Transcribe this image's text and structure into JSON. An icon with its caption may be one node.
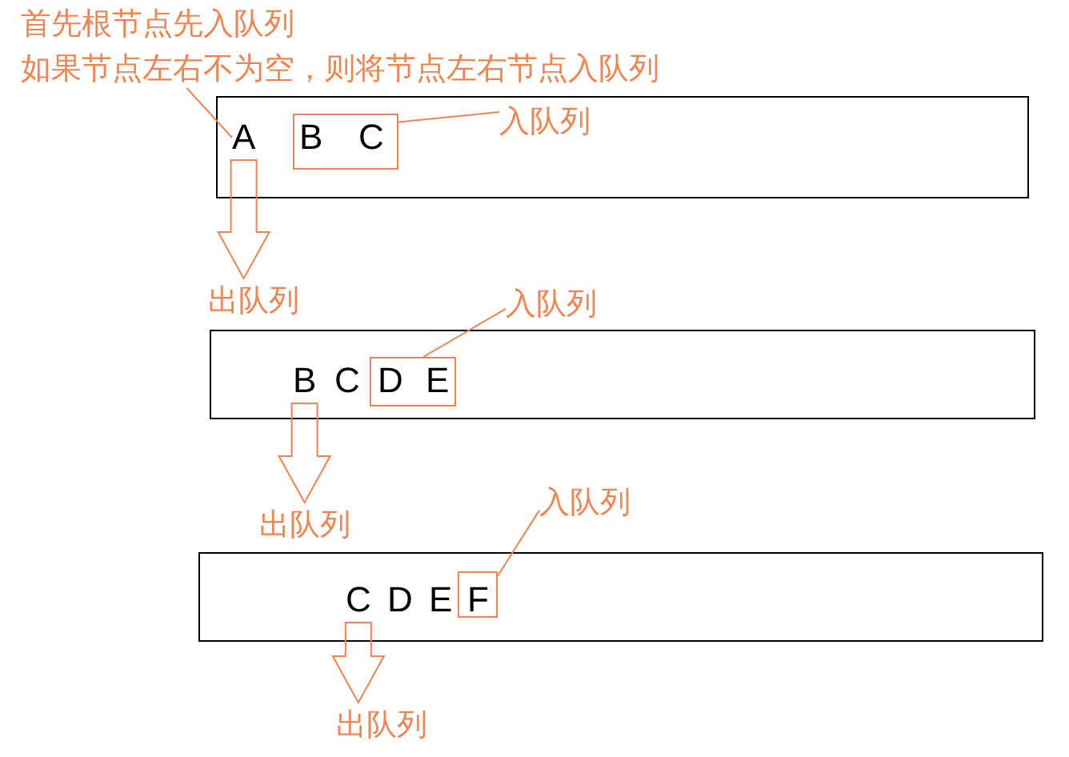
{
  "diagram": {
    "nodes": [
      {
        "text": [
          "如果节点左右不为空，则将节点左右节点入队列"
        ]
      },
      {
        "text": [],
        "shape": "box"
      },
      {
        "text": [
          "A"
        ],
        "in": 1
      },
      {
        "text": [],
        "shape": "box",
        "in": 1
      },
      {
        "text": [
          "B"
        ],
        "in": 3
      },
      {
        "text": [
          "C"
        ],
        "in": 3
      },
      {
        "text": [
          "入队列"
        ],
        "in": 1
      },
      {
        "text": [
          "出队列"
        ]
      },
      {
        "text": [
          "入队列"
        ]
      },
      {
        "text": [],
        "shape": "box"
      },
      {
        "text": [
          "B"
        ],
        "in": 9
      },
      {
        "text": [
          "C"
        ],
        "in": 9
      },
      {
        "text": [],
        "shape": "box",
        "in": 9
      },
      {
        "text": [
          "D"
        ],
        "in": 12
      },
      {
        "text": [
          "E"
        ],
        "in": 12
      },
      {
        "text": [
          "出队列"
        ]
      },
      {
        "text": [
          "入队列"
        ]
      },
      {
        "text": [],
        "shape": "box"
      },
      {
        "text": [
          "C"
        ],
        "in": 17
      },
      {
        "text": [
          "D"
        ],
        "in": 17
      },
      {
        "text": [
          "E"
        ],
        "in": 17
      },
      {
        "text": [],
        "shape": "box",
        "in": 17
      },
      {
        "text": [
          "F"
        ],
        "in": 21
      },
      {
        "text": [
          "出队列"
        ]
      }
    ],
    "edges": [
      {
        "from": 0,
        "to": 2,
        "arrow": "none"
      },
      {
        "from": 6,
        "to": 3,
        "arrow": "none"
      },
      {
        "from": 2,
        "to": 7,
        "arrow": "to",
        "style": "thick"
      },
      {
        "from": 8,
        "to": 12,
        "arrow": "none"
      },
      {
        "from": 10,
        "to": 15,
        "arrow": "to",
        "style": "thick"
      },
      {
        "from": 16,
        "to": 21,
        "arrow": "none"
      },
      {
        "from": 18,
        "to": 23,
        "arrow": "to",
        "style": "thick"
      }
    ],
    "labels": [
      "首先根节点先入队列"
    ]
  }
}
